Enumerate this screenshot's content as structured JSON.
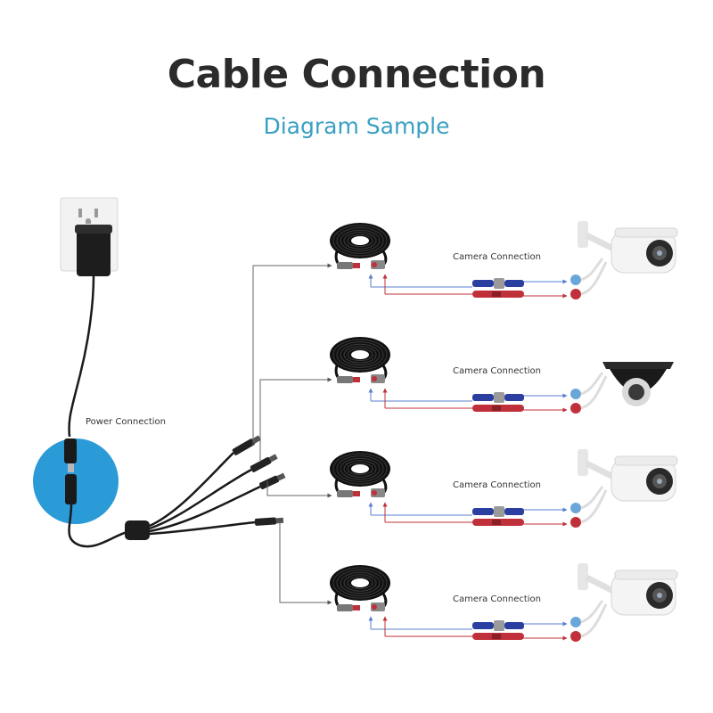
{
  "title": "Cable Connection",
  "subtitle": "Diagram Sample",
  "power_label": "Power Connection",
  "camera_label": "Camera Connection",
  "rows": [
    {
      "camera": "bullet-camera"
    },
    {
      "camera": "dome-camera"
    },
    {
      "camera": "bullet-camera"
    },
    {
      "camera": "bullet-camera"
    }
  ],
  "colors": {
    "title": "#2b2b2b",
    "subtitle": "#3aa0c2",
    "power_circle": "#2b9bd8",
    "video_plug": "#2b3fa0",
    "power_plug": "#c0303a",
    "wire": "#1a1a1a"
  }
}
